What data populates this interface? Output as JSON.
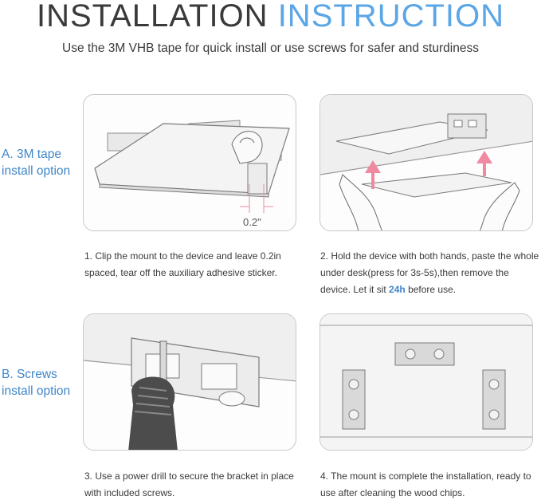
{
  "header": {
    "title_part1": "INSTALLATION",
    "title_part2": "INSTRUCTION",
    "subtitle": "Use the 3M VHB tape for quick install or use screws for safer and sturdiness"
  },
  "options": {
    "a_line1": "A. 3M tape",
    "a_line2": "install option",
    "b_line1": "B. Screws",
    "b_line2": "install option"
  },
  "diagram": {
    "gap_label": "0.2\""
  },
  "steps": {
    "step1": "1. Clip the mount to the device and leave 0.2in spaced, tear off the auxiliary adhesive sticker.",
    "step2_before": "2. Hold the device with both hands, paste the whole under desk(press for 3s-5s),then remove the device. Let it sit ",
    "step2_highlight": "24h",
    "step2_after": " before use.",
    "step3": "3. Use a power drill to secure the bracket in place with included screws.",
    "step4": "4. The mount is complete the installation, ready to use after cleaning the wood chips."
  },
  "colors": {
    "title_dark": "#3a3a3a",
    "title_accent": "#5aa6e6",
    "label_blue": "#3f86c8",
    "arrow_pink": "#f08aa0"
  }
}
